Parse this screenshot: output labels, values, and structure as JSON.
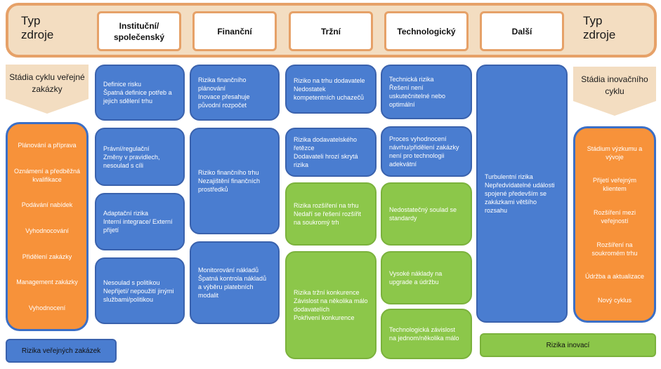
{
  "header": {
    "left_label": "Typ\nzdroje",
    "right_label": "Typ\nzdroje",
    "sources": [
      "Instituční/ společenský",
      "Finanční",
      "Tržní",
      "Technologický",
      "Další"
    ]
  },
  "left_arrow": "Stádia cyklu veřejné zakázky",
  "right_arrow": "Stádia inovačního cyklu",
  "procurement_stages": [
    "Plánování a příprava",
    "Oznámení a předběžná kvalifikace",
    "Podávání nabídek",
    "Vyhodnocování",
    "Přidělení zakázky",
    "Management zakázky",
    "Vyhodnocení"
  ],
  "innovation_stages": [
    "Stádium výzkumu a vývoje",
    "Přijetí veřejným klientem",
    "Rozšíření mezi veřejností",
    "Rozšíření na soukromém trhu",
    "Údržba a aktualizace",
    "Nový cyklus"
  ],
  "institutional": [
    [
      "Definice risku",
      "Špatná definice potřeb a jejich sdělení trhu"
    ],
    [
      "Právní/regulační",
      "Změny v pravidlech, nesoulad s cíli"
    ],
    [
      "Adaptační rizika",
      "Interní integrace/ Externí přijetí"
    ],
    [
      "Nesoulad s politikou",
      "Nepřijetí/ nepoužití jinými službami/politikou"
    ]
  ],
  "financial": [
    [
      "Rizika finančního plánování",
      "Inovace přesahuje původní rozpočet"
    ],
    [
      "Riziko finančního trhu",
      "Nezajištění finančních prostředků"
    ],
    [
      "Monitorování nákladů",
      "Špatná kontrola nákladů a výběru platebních modalit"
    ]
  ],
  "market": [
    [
      "Riziko na trhu dodavatele",
      "Nedostatek kompetentních uchazečů"
    ],
    [
      "Rizika dodavatelského řetězce",
      "Dodavateli hrozí skrytá rizika"
    ],
    [
      "Rizika rozšíření na trhu",
      "Nedaří se řešení rozšířit na soukromý trh"
    ],
    [
      "Rizika tržní konkurence",
      "Závislost na několika málo dodavatelích",
      "Pokřivení konkurence"
    ]
  ],
  "technological": [
    [
      "Technická rizika",
      "Řešení není uskutečnitelné nebo optimální"
    ],
    [
      "Proces vyhodnocení návrhu/přidělení zakázky není pro technologii adekvátní"
    ],
    [
      "Nedostatečný soulad se standardy"
    ],
    [
      "Vysoké náklady na upgrade a údržbu"
    ],
    [
      "Technologická závislost na jednom/několika málo"
    ]
  ],
  "other": [
    "Turbulentní rizika",
    "Nepředvídatelné události spojené především se zakázkami většího rozsahu"
  ],
  "legend_blue": "Rizika veřejných zakázek",
  "legend_green": "Rizika inovací",
  "colors": {
    "blue": "#4a7dd0",
    "green": "#8cc74a",
    "orange": "#f7923a",
    "header_fill": "#f3ddc1",
    "header_border": "#e6a168"
  }
}
